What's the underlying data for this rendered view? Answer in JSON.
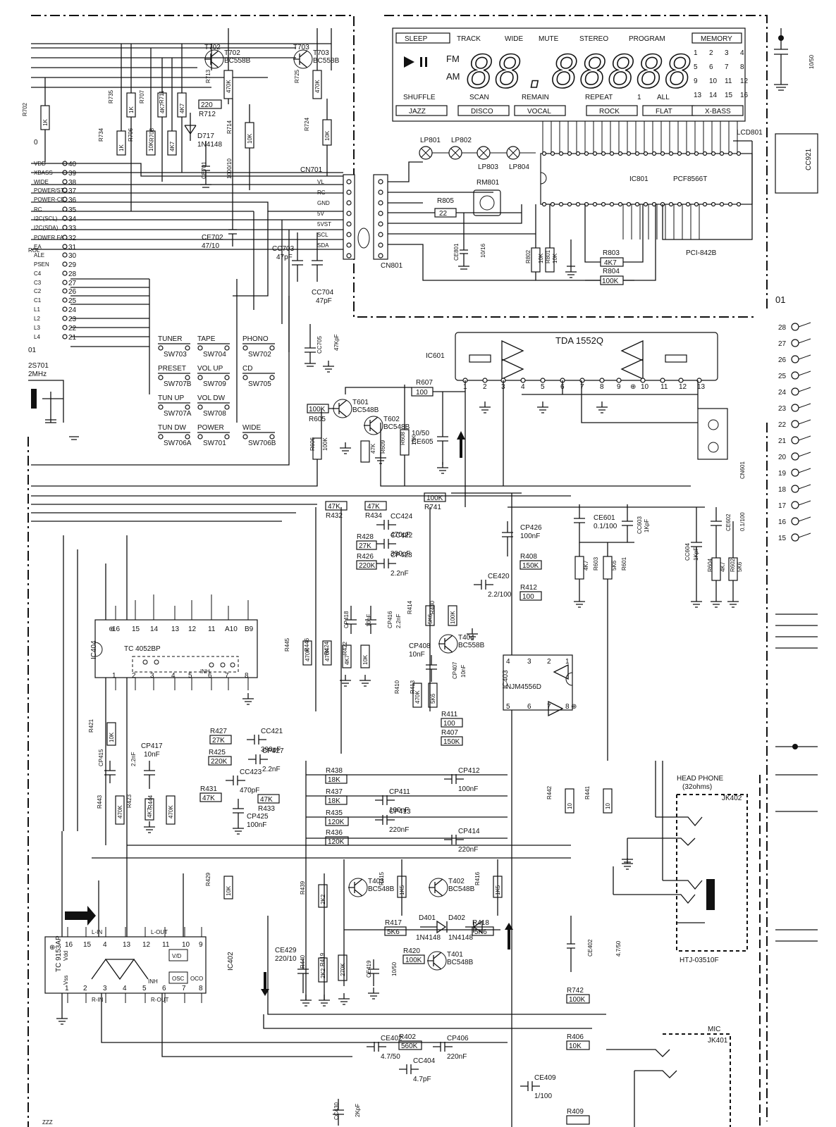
{
  "lcd": {
    "top_indicators": [
      "SLEEP",
      "TRACK",
      "WIDE",
      "MUTE",
      "STEREO",
      "PROGRAM",
      "MEMORY"
    ],
    "bottom_labels": [
      "SHUFFLE",
      "SCAN",
      "REMAIN",
      "REPEAT",
      "1",
      "ALL"
    ],
    "bottom_indicators": [
      "JAZZ",
      "DISCO",
      "VOCAL",
      "ROCK",
      "FLAT",
      "X-BASS"
    ],
    "band": [
      "FM",
      "AM"
    ],
    "numbers": [
      "1",
      "2",
      "3",
      "4",
      "5",
      "6",
      "7",
      "8",
      "9",
      "10",
      "11",
      "12",
      "13",
      "14",
      "15",
      "16"
    ],
    "ref": "LCD801",
    "digits": "88.88888"
  },
  "display_board": {
    "ic": "IC801",
    "ic_part": "PCF8566T",
    "lamps": [
      "LP801",
      "LP802",
      "LP803",
      "LP804"
    ],
    "remote": "RM801",
    "pcb": "PCI-842B",
    "r805": "R805",
    "r805_v": "22",
    "ce801": "CE801",
    "ce801_v": "10/16",
    "r802": "R802",
    "r802_v": "10K",
    "r801": "R801",
    "r801_v": "10K",
    "r803": "R803",
    "r803_v": "4K7",
    "r804": "R804",
    "r804_v": "100K",
    "cn801": "CN801"
  },
  "connector": {
    "ref": "CN701",
    "pins": [
      "VL",
      "RC",
      "GND",
      "5V",
      "5VST",
      "SCL",
      "SDA"
    ]
  },
  "mcu_pins": [
    {
      "n": "40",
      "name": "VDD"
    },
    {
      "n": "39",
      "name": "XBASS"
    },
    {
      "n": "38",
      "name": "WIDE"
    },
    {
      "n": "37",
      "name": "POWER/STB"
    },
    {
      "n": "36",
      "name": "POWER-CD"
    },
    {
      "n": "35",
      "name": "RC"
    },
    {
      "n": "34",
      "name": "I2C(SCL)"
    },
    {
      "n": "33",
      "name": "I2C(SDA)"
    },
    {
      "n": "32",
      "name": "POWER FAIL"
    },
    {
      "n": "31",
      "name": "EA"
    },
    {
      "n": "30",
      "name": "ALE"
    },
    {
      "n": "29",
      "name": "PSEN"
    },
    {
      "n": "28",
      "name": "C4"
    },
    {
      "n": "27",
      "name": "C3"
    },
    {
      "n": "26",
      "name": "C2"
    },
    {
      "n": "25",
      "name": "C1"
    },
    {
      "n": "24",
      "name": "L1"
    },
    {
      "n": "23",
      "name": "L2"
    },
    {
      "n": "22",
      "name": "L3"
    },
    {
      "n": "21",
      "name": "L4"
    }
  ],
  "mcu_side": {
    "left01": "01",
    "left0": "0",
    "xtal": "2S701",
    "xtal_freq": "2MHz",
    "rol": "ROL"
  },
  "transistors": [
    {
      "ref": "T702",
      "part": "BC558B"
    },
    {
      "ref": "T703",
      "part": "BC558B"
    },
    {
      "ref": "T601",
      "part": "BC548B"
    },
    {
      "ref": "T602",
      "part": "BC548B"
    },
    {
      "ref": "T404",
      "part": "BC558B"
    },
    {
      "ref": "T403",
      "part": "BC548B"
    },
    {
      "ref": "T402",
      "part": "BC548B"
    },
    {
      "ref": "T401",
      "part": "BC548B"
    }
  ],
  "resistors_top": [
    {
      "ref": "R702",
      "v": "1K"
    },
    {
      "ref": "R734",
      "v": "1K"
    },
    {
      "ref": "R735",
      "v": "1K"
    },
    {
      "ref": "R706",
      "v": "10K"
    },
    {
      "ref": "R707",
      "v": "4K7"
    },
    {
      "ref": "R708",
      "v": "4K7"
    },
    {
      "ref": "R711",
      "v": "4K7"
    },
    {
      "ref": "R712",
      "v": "220"
    },
    {
      "ref": "R713",
      "v": "470K"
    },
    {
      "ref": "R714",
      "v": "10K"
    },
    {
      "ref": "R724",
      "v": "10K"
    },
    {
      "ref": "R725",
      "v": "470K"
    }
  ],
  "misc_top": {
    "d717": "D717",
    "d717_v": "1N4148",
    "ce701": "CE701",
    "ce701_v": "1000/10",
    "ce702": "CE702",
    "ce702_v": "47/10",
    "cc703": "CC703",
    "cc703_v": "47pF",
    "cc704": "CC704",
    "cc704_v": "47pF",
    "cc705": "CC705",
    "cc705_v": "47KpF"
  },
  "switches": [
    {
      "label": "TUNER",
      "ref": "SW703"
    },
    {
      "label": "TAPE",
      "ref": "SW704"
    },
    {
      "label": "PHONO",
      "ref": "SW702"
    },
    {
      "label": "PRESET",
      "ref": "SW707B"
    },
    {
      "label": "VOL UP",
      "ref": "SW709"
    },
    {
      "label": "CD",
      "ref": "SW705"
    },
    {
      "label": "TUN UP",
      "ref": "SW707A"
    },
    {
      "label": "VOL DW",
      "ref": "SW708"
    },
    {
      "label": "TUN DW",
      "ref": "SW706A"
    },
    {
      "label": "POWER",
      "ref": "SW701"
    },
    {
      "label": "WIDE",
      "ref": "SW706B"
    }
  ],
  "amp": {
    "ic": "IC601",
    "part": "TDA 1552Q",
    "pins": [
      "1",
      "2",
      "3",
      "4",
      "5",
      "6",
      "7",
      "8",
      "9",
      "10",
      "11",
      "12",
      "13"
    ],
    "r605": "R605",
    "r605_v": "100K",
    "r606": "R606",
    "r606_v": "100K",
    "r607": "R607",
    "r607_v": "100",
    "r608": "R608",
    "r608_v": "18K",
    "r609": "R609",
    "r609_v": "47K",
    "ce605": "CE605",
    "ce605_v": "10/50",
    "ce601": "CE601",
    "ce601_v": "0.1/100",
    "cc603": "CC603",
    "cc603_v": "1KpF",
    "cc604": "CC604",
    "cc604_v": "1KpF",
    "ce602": "CE602",
    "ce602_v": "0.1/100",
    "r603": "R603",
    "r603_v": "4K7",
    "r601": "R601",
    "r601_v": "5K6",
    "r604": "R604",
    "r604_v": "4K7",
    "r602": "R602",
    "r602_v": "5K6",
    "cn601": "CN601",
    "ground_plus": "⊕"
  },
  "right_strip": {
    "cap": "10/50",
    "cc": "CC921",
    "ref": "01",
    "pins": [
      "28",
      "27",
      "26",
      "25",
      "24",
      "23",
      "22",
      "21",
      "20",
      "19",
      "18",
      "17",
      "16",
      "15"
    ]
  },
  "mid_components": [
    {
      "ref": "R432",
      "v": "47K"
    },
    {
      "ref": "R434",
      "v": "47K"
    },
    {
      "ref": "R741",
      "v": "100K"
    },
    {
      "ref": "CC424",
      "v": "470pF"
    },
    {
      "ref": "R428",
      "v": "27K"
    },
    {
      "ref": "CC422",
      "v": "390pF"
    },
    {
      "ref": "R426",
      "v": "220K"
    },
    {
      "ref": "CP428",
      "v": "2.2nF"
    },
    {
      "ref": "CP426",
      "v": "100nF"
    },
    {
      "ref": "CE420",
      "v": "2.2/100"
    },
    {
      "ref": "R408",
      "v": "150K"
    },
    {
      "ref": "R412",
      "v": "100"
    },
    {
      "ref": "R414",
      "v": "5K6"
    },
    {
      "ref": "R430",
      "v": "100K"
    },
    {
      "ref": "CP408",
      "v": "10nF"
    },
    {
      "ref": "CP407",
      "v": "10nF"
    },
    {
      "ref": "CP418",
      "v": "10nF"
    },
    {
      "ref": "CP416",
      "v": "2.2nF"
    },
    {
      "ref": "R445",
      "v": "470K"
    },
    {
      "ref": "R446",
      "v": "470K"
    },
    {
      "ref": "R424",
      "v": "4K7"
    },
    {
      "ref": "R422",
      "v": "10K"
    },
    {
      "ref": "R410",
      "v": "470K"
    },
    {
      "ref": "R413",
      "v": "5K6"
    },
    {
      "ref": "R411",
      "v": "100"
    },
    {
      "ref": "R407",
      "v": "150K"
    }
  ],
  "ic404": {
    "ref": "IC404",
    "part": "TC 4052BP",
    "top_pins": [
      "16",
      "15",
      "14",
      "13",
      "12",
      "11",
      "A10",
      "B9"
    ],
    "bottom_pins": [
      "1",
      "2",
      "3",
      "4",
      "5",
      "6",
      "7",
      "8"
    ],
    "inh": "INH"
  },
  "ic403": {
    "ref": "IC403",
    "part": "NJM4556D",
    "top_pins": [
      "4",
      "3",
      "2",
      "1"
    ],
    "bottom_pins": [
      "5",
      "6",
      "7",
      "8"
    ]
  },
  "lower_components": [
    {
      "ref": "R421",
      "v": "10K"
    },
    {
      "ref": "CP415",
      "v": "2.2nF"
    },
    {
      "ref": "CP417",
      "v": "10nF"
    },
    {
      "ref": "R427",
      "v": "27K"
    },
    {
      "ref": "CC421",
      "v": "390pF"
    },
    {
      "ref": "R425",
      "v": "220K"
    },
    {
      "ref": "CP427",
      "v": "2.2nF"
    },
    {
      "ref": "CC423",
      "v": "470pF"
    },
    {
      "ref": "R431",
      "v": "47K"
    },
    {
      "ref": "R433",
      "v": "47K"
    },
    {
      "ref": "CP425",
      "v": "100nF"
    },
    {
      "ref": "R443",
      "v": "470K"
    },
    {
      "ref": "R423",
      "v": "4K7"
    },
    {
      "ref": "R444",
      "v": "470K"
    },
    {
      "ref": "R438",
      "v": "18K"
    },
    {
      "ref": "R437",
      "v": "18K"
    },
    {
      "ref": "CP411",
      "v": "100nF"
    },
    {
      "ref": "CP412",
      "v": "100nF"
    },
    {
      "ref": "R435",
      "v": "120K"
    },
    {
      "ref": "R436",
      "v": "120K"
    },
    {
      "ref": "CP413",
      "v": "220nF"
    },
    {
      "ref": "CP414",
      "v": "220nF"
    },
    {
      "ref": "R439",
      "v": "2K2"
    },
    {
      "ref": "R415",
      "v": "1K5"
    },
    {
      "ref": "R416",
      "v": "1K5"
    },
    {
      "ref": "R417",
      "v": "5K6"
    },
    {
      "ref": "R418",
      "v": "5K6"
    },
    {
      "ref": "D401",
      "v": "1N4148"
    },
    {
      "ref": "D402",
      "v": "1N4148"
    },
    {
      "ref": "R420",
      "v": "100K"
    },
    {
      "ref": "R440",
      "v": "2K2"
    },
    {
      "ref": "R419",
      "v": "270K"
    },
    {
      "ref": "CE429",
      "v": "220/10"
    },
    {
      "ref": "CE419",
      "v": "10/50"
    },
    {
      "ref": "R429",
      "v": "10K"
    },
    {
      "ref": "R442",
      "v": "10"
    },
    {
      "ref": "R441",
      "v": "10"
    },
    {
      "ref": "CE440",
      "v": "220/10"
    },
    {
      "ref": "R742",
      "v": "100K"
    },
    {
      "ref": "CE402",
      "v": "4.7/50"
    },
    {
      "ref": "R402",
      "v": "560K"
    },
    {
      "ref": "CP406",
      "v": "220nF"
    },
    {
      "ref": "CC404",
      "v": "4.7pF"
    },
    {
      "ref": "R406",
      "v": "10K"
    },
    {
      "ref": "CE409",
      "v": "1/100"
    },
    {
      "ref": "R409",
      "v": ""
    },
    {
      "ref": "CC430",
      "v": "2KpF"
    }
  ],
  "ic402": {
    "ref": "IC402",
    "part": "TC 9153AP",
    "top_pins": [
      "16",
      "15",
      "4",
      "13",
      "12",
      "11",
      "10",
      "9"
    ],
    "bottom_pins": [
      "1",
      "2",
      "3",
      "4",
      "5",
      "6",
      "7",
      "8"
    ],
    "vdd": "Vdd",
    "vss": "Vss",
    "osc": "OSC",
    "inh": "INH",
    "rin": "R-IN",
    "rout": "R-OUT",
    "lin": "L-IN",
    "lout": "L-OUT",
    "ctrl": "V/D",
    "ocd": "OCO",
    "plus": "⊕"
  },
  "headphone": {
    "title": "HEAD PHONE",
    "sub": "(32ohms)",
    "ref": "JK402",
    "part": "HTJ-03510F"
  },
  "mic": {
    "title": "MIC",
    "ref": "JK401"
  },
  "bottom_left": "ZZZ"
}
